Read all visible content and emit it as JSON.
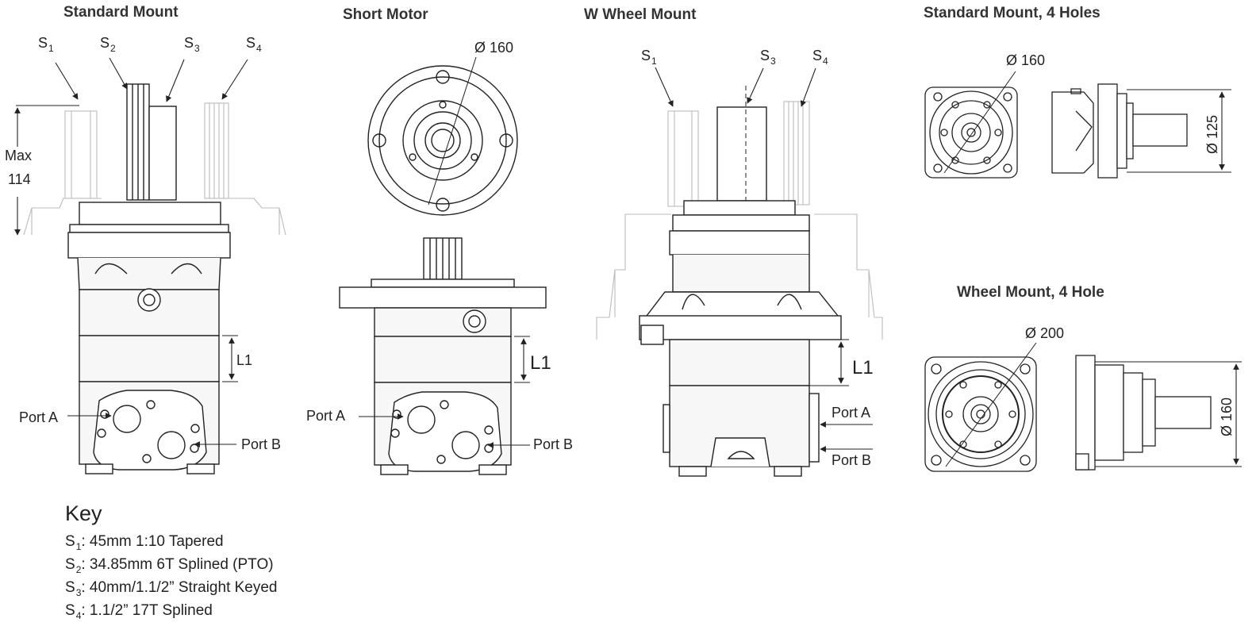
{
  "titles": {
    "standard_mount": "Standard Mount",
    "short_motor": "Short Motor",
    "w_wheel_mount": "W Wheel Mount",
    "standard_mount_4_holes": "Standard Mount, 4 Holes",
    "wheel_mount_4_hole": "Wheel Mount, 4 Hole"
  },
  "shaft_labels": {
    "s_letter": "S",
    "s1": "1",
    "s2": "2",
    "s3": "3",
    "s4": "4"
  },
  "dimensions": {
    "max_label": "Max",
    "max_value": "114",
    "l1": "L1",
    "dia_160": "Ø 160",
    "dia_200": "Ø 200",
    "dia_125": "Ø 125"
  },
  "ports": {
    "port_a": "Port A",
    "port_b": "Port B"
  },
  "key": {
    "title": "Key",
    "s_letter": "S",
    "items": [
      {
        "sub": "1",
        "text": ": 45mm 1:10 Tapered"
      },
      {
        "sub": "2",
        "text": ": 34.85mm 6T Splined (PTO)"
      },
      {
        "sub": "3",
        "text": ": 40mm/1.1/2” Straight Keyed"
      },
      {
        "sub": "4",
        "text": ": 1.1/2” 17T Splined"
      }
    ]
  },
  "colors": {
    "line": "#222222",
    "ghost": "#b8b8b8",
    "body_fill": "#f7f7f7"
  }
}
